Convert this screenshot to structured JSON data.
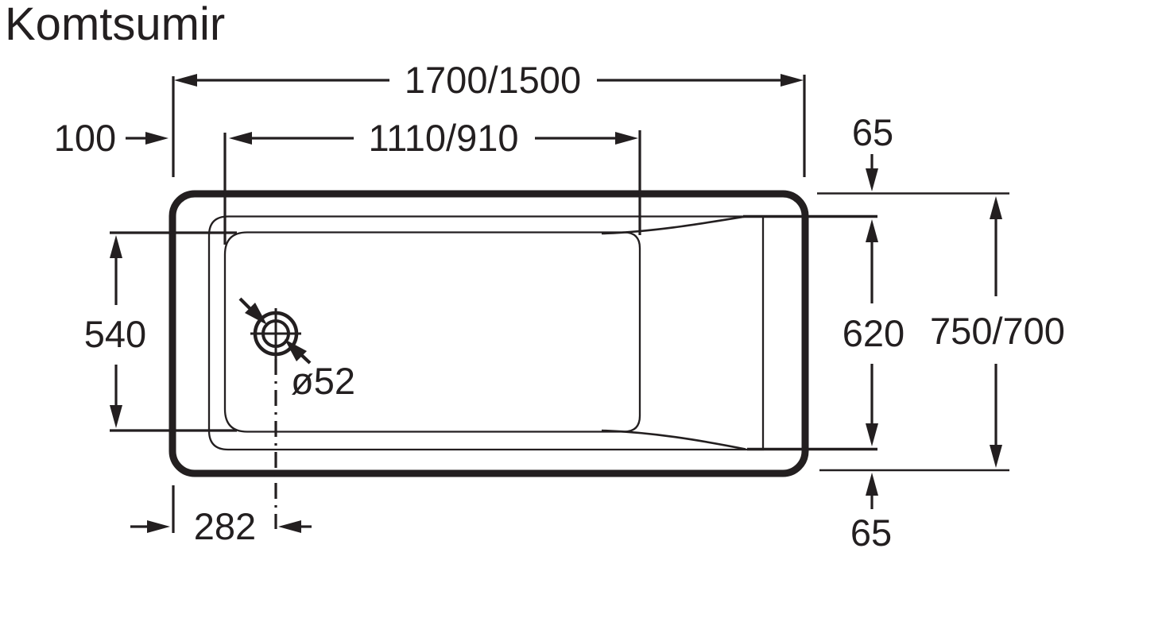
{
  "title": {
    "text": "Komtsumir"
  },
  "colors": {
    "title_red": "#ee1013",
    "line_dark": "#231f20",
    "background": "#ffffff"
  },
  "drawing": {
    "kind": "bathtub-top-view-technical-drawing",
    "dimensions": {
      "overall_length": "1700/1500",
      "basin_length": "1110/910",
      "left_edge_offset": "100",
      "rim_gap_top": "65",
      "rim_gap_bottom": "65",
      "basin_width": "540",
      "inner_rim_width": "620",
      "overall_width": "750/700",
      "drain_diameter": "ø52",
      "drain_offset": "282"
    }
  }
}
